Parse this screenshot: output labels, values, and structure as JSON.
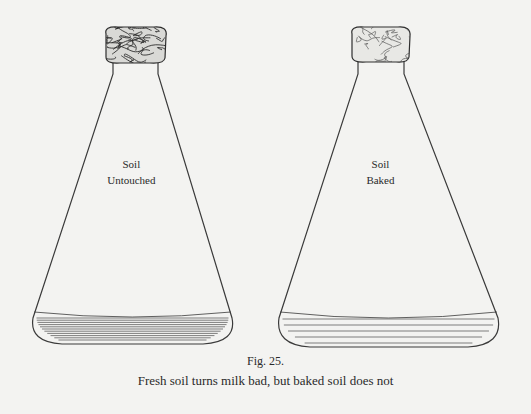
{
  "diagram": {
    "caption": "Fresh soil turns milk bad, but baked soil does not",
    "nodes": [
      {
        "text": [
          "Soil Untouched"
        ]
      },
      {
        "text": [
          "Soil Baked"
        ]
      }
    ],
    "labels": [
      "Fig. 25."
    ]
  }
}
